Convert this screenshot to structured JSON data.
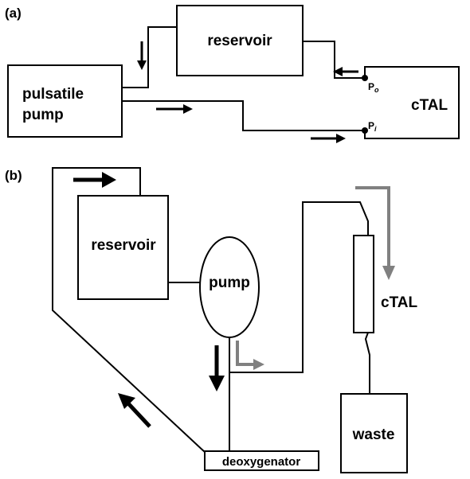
{
  "panel_a": {
    "label": "(a)",
    "reservoir": "reservoir",
    "pump_line1": "pulsatile",
    "pump_line2": "pump",
    "ctal": "cTAL",
    "po": "P",
    "po_sub": "o",
    "pi": "P",
    "pi_sub": "i"
  },
  "panel_b": {
    "label": "(b)",
    "reservoir": "reservoir",
    "pump": "pump",
    "ctal": "cTAL",
    "waste": "waste",
    "deoxygenator": "deoxygenator"
  },
  "colors": {
    "line": "#000000",
    "flow_gray": "#808080"
  }
}
